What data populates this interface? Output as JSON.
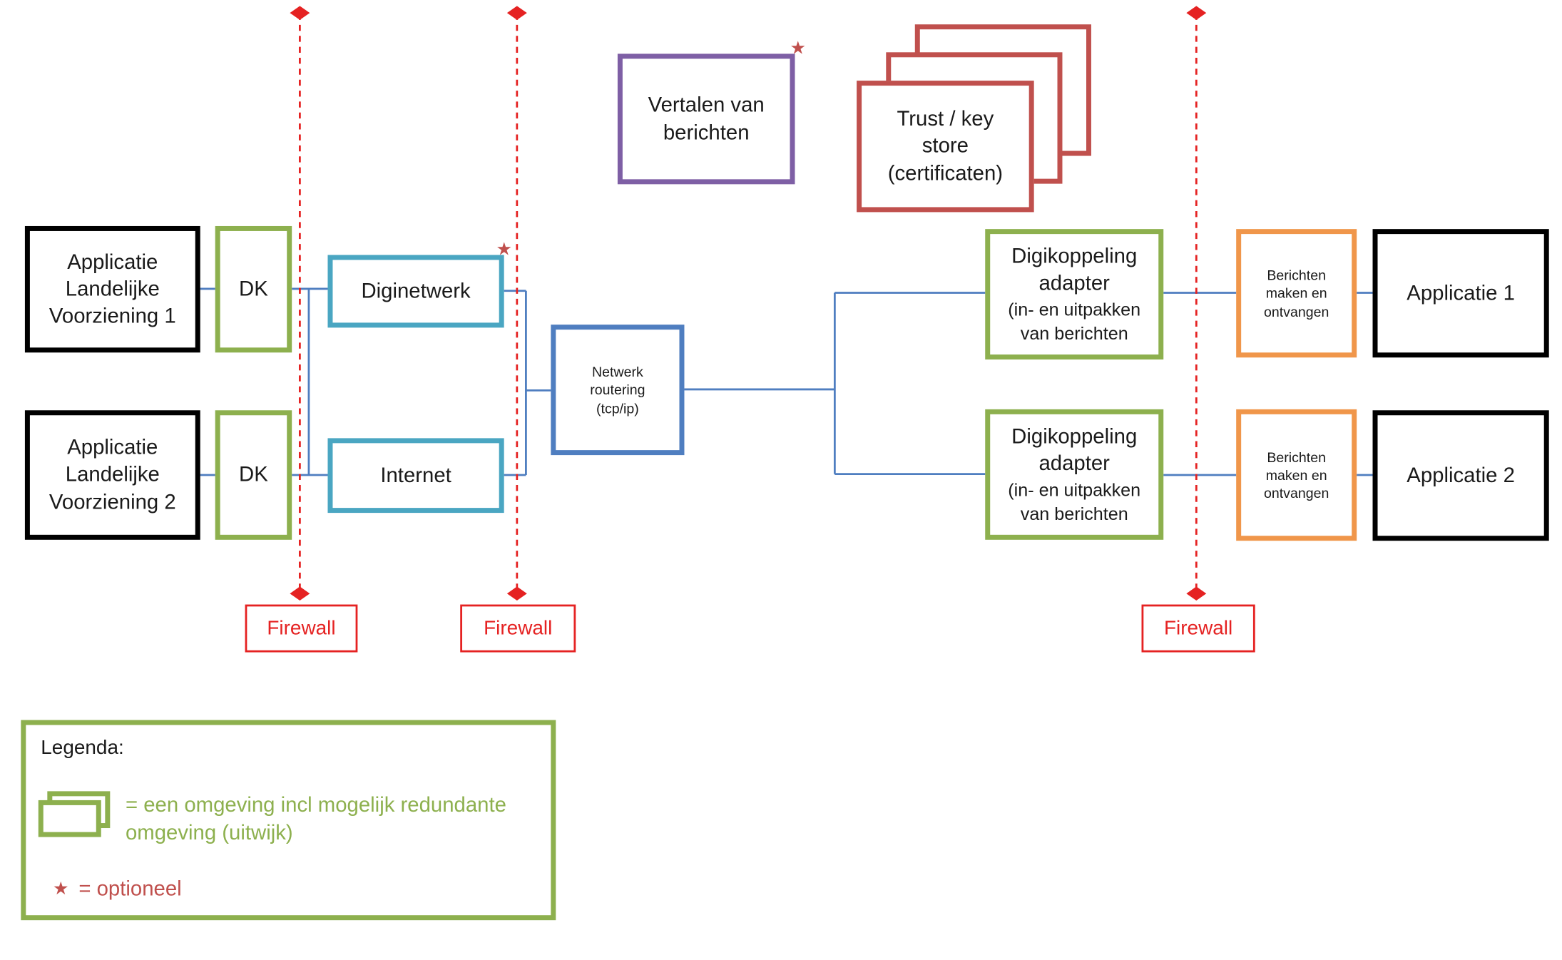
{
  "apps_left": [
    {
      "label": "Applicatie\nLandelijke\nVoorziening 1"
    },
    {
      "label": "Applicatie\nLandelijke\nVoorziening 2"
    }
  ],
  "dk": [
    "DK",
    "DK"
  ],
  "networks": [
    "Diginetwerk",
    "Internet"
  ],
  "routing": "Netwerk\nroutering\n(tcp/ip)",
  "translate": "Vertalen van\nberichten",
  "trust": "Trust / key\nstore\n(certificaten)",
  "adapters": [
    {
      "title": "Digikoppeling\nadapter",
      "sub": "(in- en uitpakken\nvan berichten"
    },
    {
      "title": "Digikoppeling\nadapter",
      "sub": "(in- en uitpakken\nvan berichten"
    }
  ],
  "messages": [
    "Berichten\nmaken en\nontvangen",
    "Berichten\nmaken en\nontvangen"
  ],
  "apps_right": [
    "Applicatie 1",
    "Applicatie 2"
  ],
  "firewalls": [
    "Firewall",
    "Firewall",
    "Firewall"
  ],
  "legend": {
    "title": "Legenda:",
    "env_text": "= een omgeving incl mogelijk redundante\nomgeving (uitwijk)",
    "optional_text": "= optioneel"
  },
  "colors": {
    "firewall": "#e52222",
    "connector": "#4f7ec0",
    "green": "#8db04e",
    "orange": "#f0964a",
    "purple": "#7e5fa5",
    "red": "#c0504d",
    "network": "#4aa6c2"
  },
  "icons": [
    "star-icon",
    "environment-stack-icon",
    "diamond-icon"
  ]
}
